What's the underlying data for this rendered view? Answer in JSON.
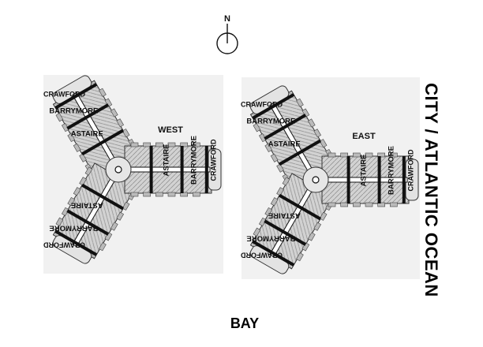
{
  "compass": {
    "label": "N",
    "icon": "north-arrow-icon"
  },
  "buildings": [
    {
      "name": "WEST",
      "units": {
        "end": "CRAWFORD",
        "mid": "BARRYMORE",
        "inner": "ASTAIRE"
      }
    },
    {
      "name": "EAST",
      "units": {
        "end": "CRAWFORD",
        "mid": "BARRYMORE",
        "inner": "ASTAIRE"
      }
    }
  ],
  "directions": {
    "right": "CITY / ATLANTIC OCEAN",
    "bottom": "BAY"
  },
  "colors": {
    "ink": "#111111",
    "fill": "#c9c9c9",
    "background": "#ffffff"
  }
}
